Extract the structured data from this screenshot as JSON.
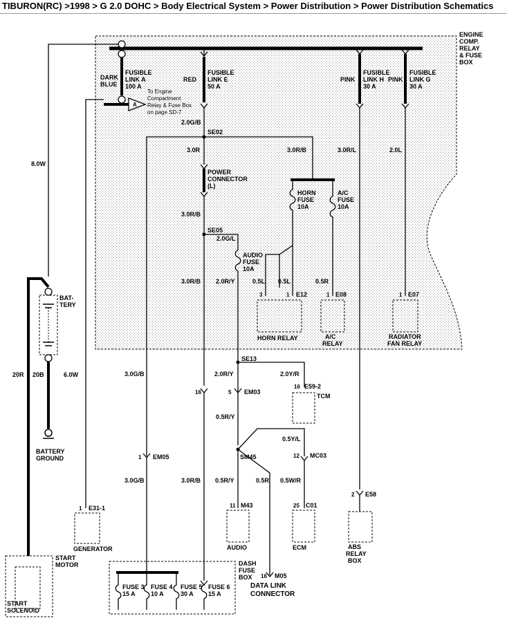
{
  "breadcrumb": "TIBURON(RC) >1998 > G 2.0 DOHC > Body Electrical System > Power Distribution > Power Distribution Schematics",
  "labels": {
    "engine_box": [
      "ENGINE",
      "COMP.",
      "RELAY",
      "& FUSE",
      "BOX"
    ],
    "dark_blue": [
      "DARK",
      "BLUE"
    ],
    "fl_a": [
      "FUSIBLE",
      "LINK A",
      "100 A"
    ],
    "red": "RED",
    "fl_e": [
      "FUSIBLE",
      "LINK E",
      "50 A"
    ],
    "pink1": "PINK",
    "fl_h": [
      "FUSIBLE",
      "LINK H",
      "30 A"
    ],
    "pink2": "PINK",
    "fl_g": [
      "FUSIBLE",
      "LINK G",
      "30 A"
    ],
    "conn_a": "A",
    "ref_note": [
      "To Engine",
      "Compartment",
      "Relay & Fuse Box",
      "on page SD-7"
    ],
    "w_8_0w": "8.0W",
    "w_2_0gb": "2.0G/B",
    "se02": "SE02",
    "w_3_0r": "3.0R",
    "w_3_0rb_top": "3.0R/B",
    "w_3_0rl": "3.0R/L",
    "w_2_0l": "2.0L",
    "power_conn": [
      "POWER",
      "CONNECTOR",
      "(L)"
    ],
    "horn_fuse": [
      "HORN",
      "FUSE",
      "10A"
    ],
    "ac_fuse": [
      "A/C",
      "FUSE",
      "10A"
    ],
    "w_3_0rb_mid": "3.0R/B",
    "se05": "SE05",
    "w_2_0gl": "2.0G/L",
    "audio_fuse": [
      "AUDIO",
      "FUSE",
      "10A"
    ],
    "w_3_0rb_low": "3.0R/B",
    "w_2_0ry_a": "2.0R/Y",
    "w_0_5l_a": "0.5L",
    "w_0_5l_b": "0.5L",
    "w_0_5r": "0.5R",
    "pin_3": "3",
    "pin_1a": "1",
    "e12": "E12",
    "pin_1b": "1",
    "e08": "E08",
    "pin_1c": "1",
    "e07": "E07",
    "horn_relay": "HORN RELAY",
    "ac_relay": [
      "A/C",
      "RELAY"
    ],
    "rad_relay": [
      "RADIATOR",
      "FAN RELAY"
    ],
    "battery": [
      "BAT-",
      "TERY"
    ],
    "se13": "SE13",
    "w_20r": "20R",
    "w_20b": "20B",
    "w_6_0w": "6.0W",
    "w_3_0gb_a": "3.0G/B",
    "w_2_0ry_b": "2.0R/Y",
    "w_2_0yr": "2.0Y/R",
    "pin_16a": "16",
    "e59": "E59-2",
    "tcm": "TCM",
    "pin_16b": "16",
    "pin_5": "5",
    "em03": "EM03",
    "w_0_5ry_a": "0.5R/Y",
    "battery_ground": [
      "BATTERY",
      "GROUND"
    ],
    "w_0_5yl": "0.5Y/L",
    "pin_1d": "1",
    "em05": "EM05",
    "sm45": "SM45",
    "pin_12": "12",
    "mc03": "MC03",
    "w_3_0gb_b": "3.0G/B",
    "w_3_0rb_bot": "3.0R/B",
    "w_0_5ry_b": "0.5R/Y",
    "w_0_5r_b": "0.5R",
    "w_0_5wr": "0.5W/R",
    "pin_2": "2",
    "e58": "E58",
    "pin_1e": "1",
    "e31": "E31-1",
    "pin_11": "11",
    "m43": "M43",
    "pin_25": "25",
    "c01": "C01",
    "generator": "GENERATOR",
    "audio": "AUDIO",
    "ecm": "ECM",
    "abs_relay": [
      "ABS",
      "RELAY",
      "BOX"
    ],
    "start_motor": [
      "START",
      "MOTOR"
    ],
    "dash_box": [
      "DASH",
      "FUSE",
      "BOX"
    ],
    "pin_16c": "16",
    "m05": "M05",
    "dlc": [
      "DATA LINK",
      "CONNECTOR"
    ],
    "fuse3": [
      "FUSE 3",
      "15 A"
    ],
    "fuse4": [
      "FUSE 4",
      "10 A"
    ],
    "fuse5": [
      "FUSE 5",
      "30 A"
    ],
    "fuse6": [
      "FUSE 6",
      "15 A"
    ],
    "start_solenoid": [
      "START",
      "SOLENOID"
    ]
  }
}
